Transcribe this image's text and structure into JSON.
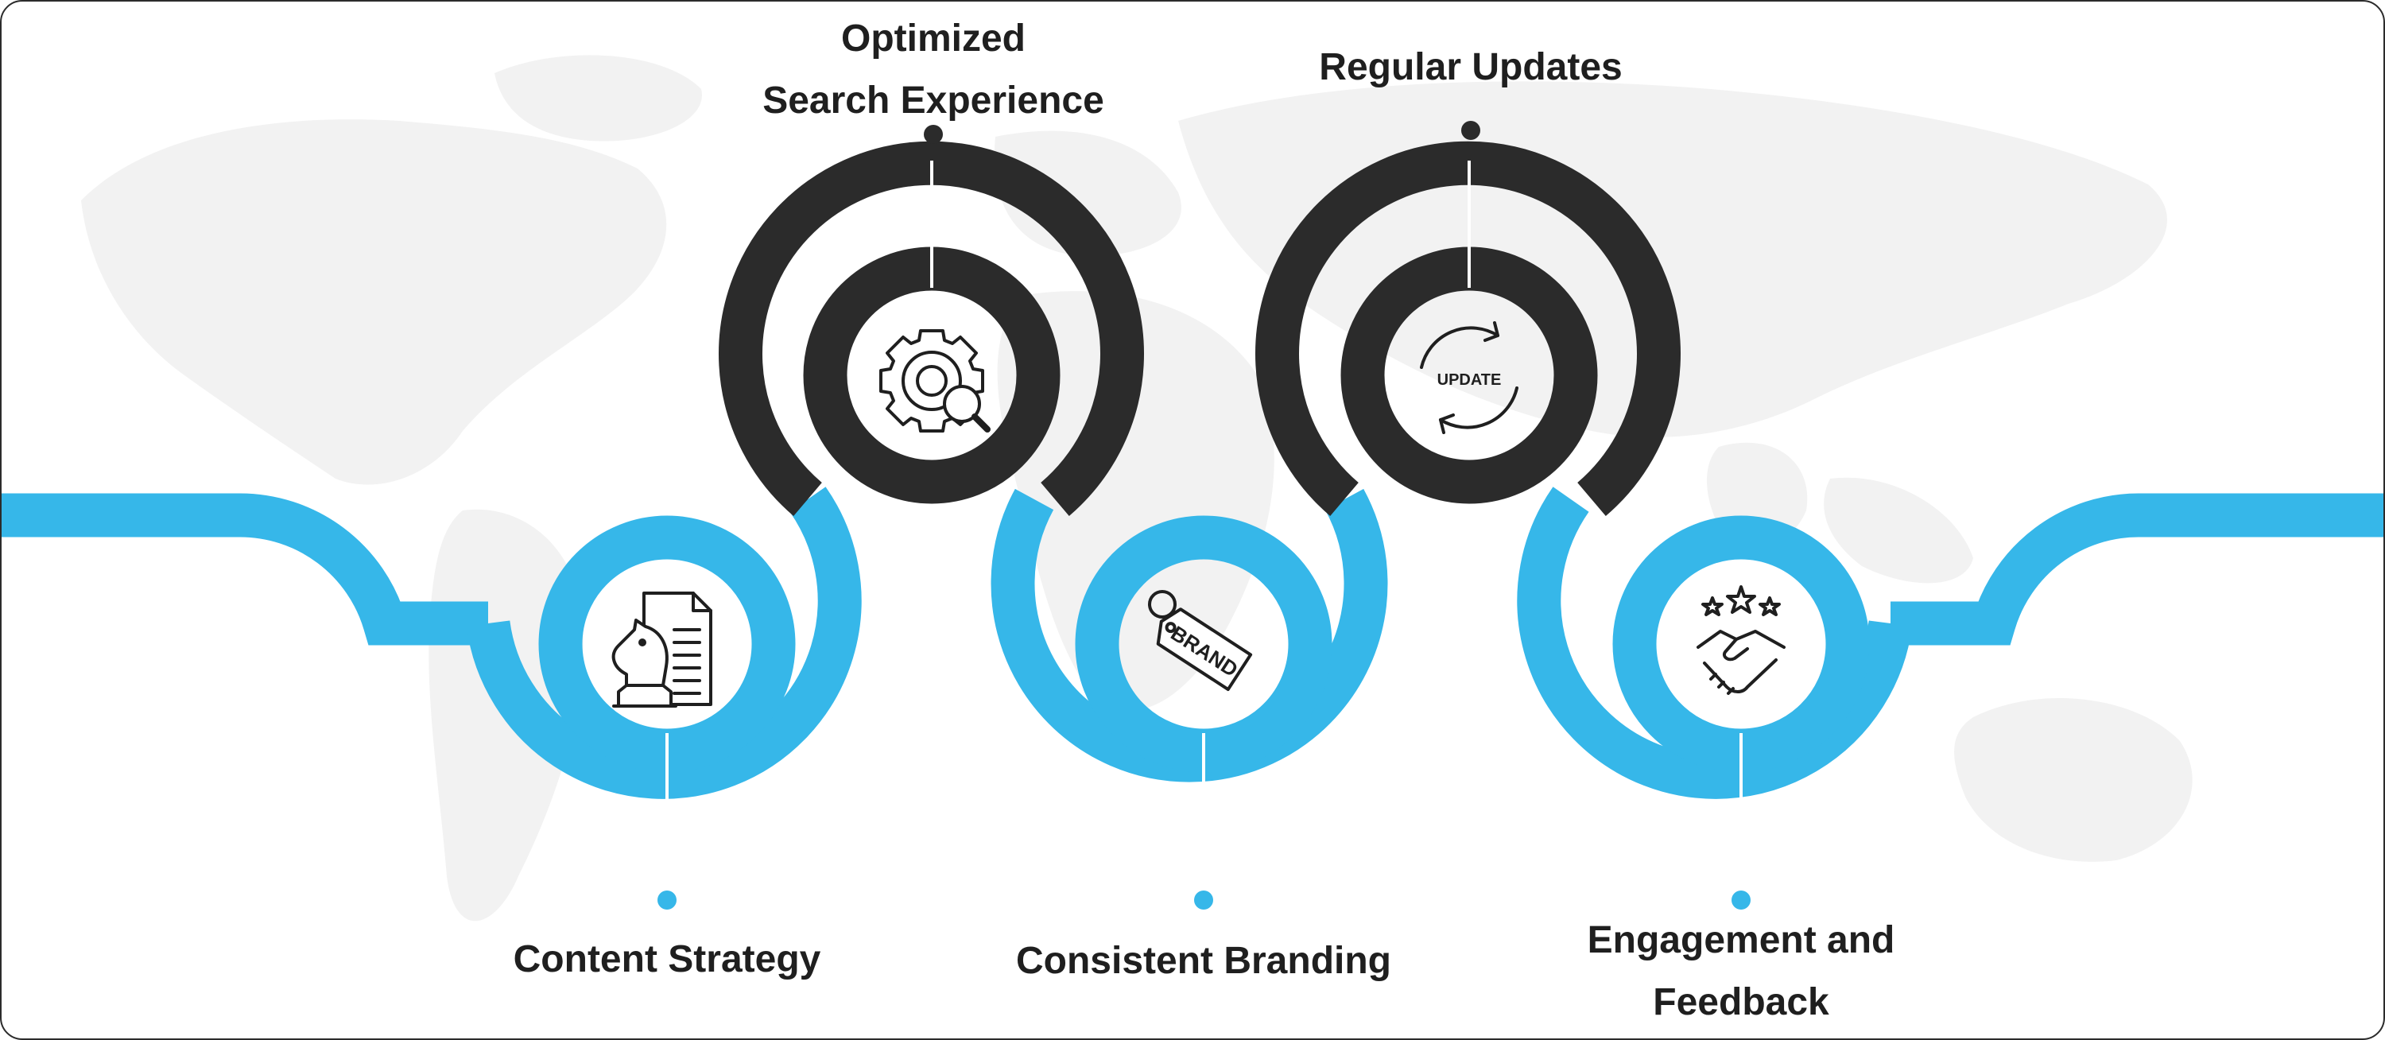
{
  "colors": {
    "blue": "#36B7E9",
    "dark": "#2B2B2B",
    "map": "#F2F2F2",
    "text": "#1F1F1F"
  },
  "steps": [
    {
      "id": "content-strategy",
      "position": "bottom",
      "label": "Content Strategy",
      "icon": "chess-knight-document-icon"
    },
    {
      "id": "optimized-search",
      "position": "top",
      "label_line1": "Optimized",
      "label_line2": "Search Experience",
      "icon": "gear-magnifier-icon"
    },
    {
      "id": "consistent-branding",
      "position": "bottom",
      "label": "Consistent Branding",
      "icon": "brand-tag-icon",
      "icon_text": "BRAND"
    },
    {
      "id": "regular-updates",
      "position": "top",
      "label": "Regular Updates",
      "icon": "update-arrows-icon",
      "icon_text": "UPDATE"
    },
    {
      "id": "engagement-feedback",
      "position": "bottom",
      "label_line1": "Engagement and",
      "label_line2": "Feedback",
      "icon": "handshake-stars-icon"
    }
  ]
}
